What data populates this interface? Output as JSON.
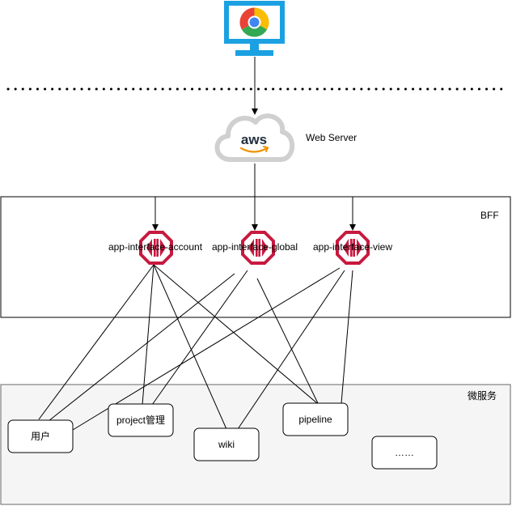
{
  "web_server": {
    "label": "Web Server",
    "logo_text": "aws"
  },
  "bff": {
    "label": "BFF",
    "services": [
      {
        "id": "account",
        "label": "app-interface-account"
      },
      {
        "id": "global",
        "label": "app-interface-global"
      },
      {
        "id": "view",
        "label": "app-interface-view"
      }
    ]
  },
  "microservices": {
    "label": "微服务",
    "items": [
      {
        "id": "user",
        "label": "用户"
      },
      {
        "id": "project",
        "label": "project管理"
      },
      {
        "id": "wiki",
        "label": "wiki"
      },
      {
        "id": "pipeline",
        "label": "pipeline"
      },
      {
        "id": "more",
        "label": "……"
      }
    ]
  },
  "icons": {
    "client": "browser-monitor-icon",
    "server": "aws-cloud-icon",
    "gateway": "api-gateway-icon"
  },
  "colors": {
    "monitor": "#1ba1e2",
    "gateway": "#c7193f",
    "aws_cloud": "#d0d0d0",
    "aws_arrow": "#f29100",
    "microservice_bg": "#f5f5f5"
  }
}
